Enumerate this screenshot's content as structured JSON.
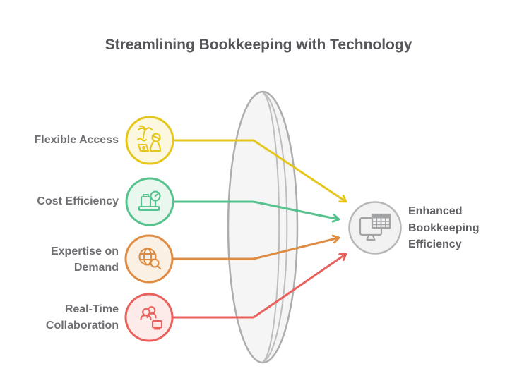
{
  "title": "Streamlining Bookkeeping with Technology",
  "items": [
    {
      "label": "Flexible Access",
      "icon": "beach-remote-work-icon",
      "color": "#E5C71C",
      "fill": "#FCF8DF"
    },
    {
      "label": "Cost Efficiency",
      "icon": "luggage-scale-icon",
      "color": "#56C28E",
      "fill": "#E9F7EF"
    },
    {
      "label": "Expertise on\nDemand",
      "icon": "globe-search-icon",
      "color": "#DE8C44",
      "fill": "#FAF0E3"
    },
    {
      "label": "Real-Time\nCollaboration",
      "icon": "team-collaboration-icon",
      "color": "#E9615C",
      "fill": "#FDEBE9"
    }
  ],
  "result": {
    "label": "Enhanced\nBookkeeping\nEfficiency",
    "icon": "monitor-spreadsheet-icon",
    "stroke": "#B7B7B9",
    "fill": "#F2F2F3",
    "icon_color": "#A2A3A5"
  },
  "lens": {
    "fill": "#F5F5F5",
    "stroke": "#ADADAD",
    "inner_stroke": "#BDBDBD"
  }
}
